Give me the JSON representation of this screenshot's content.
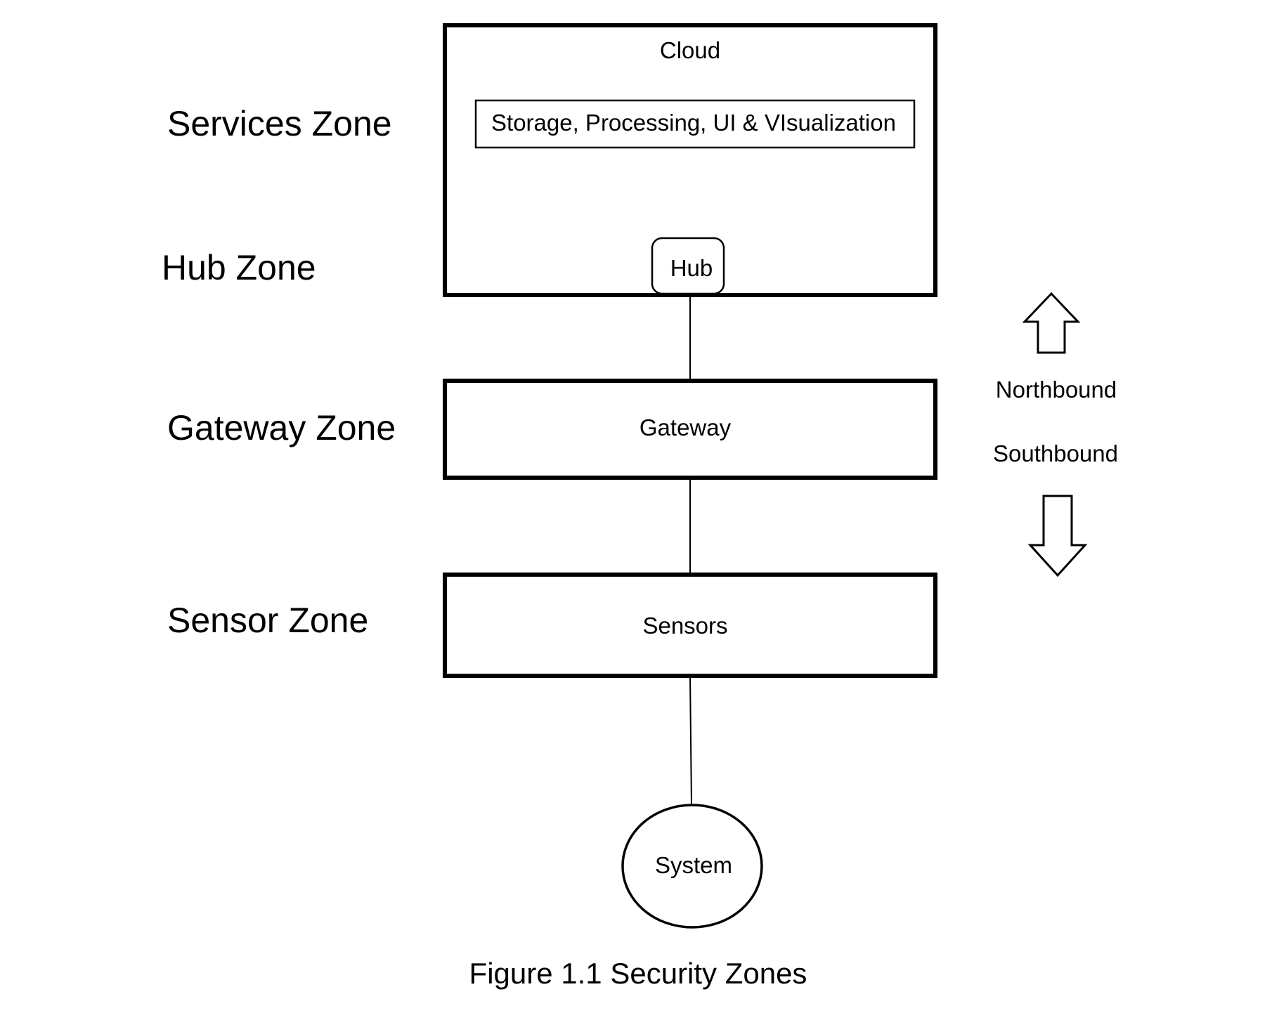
{
  "figure": {
    "caption": "Figure 1.1 Security Zones"
  },
  "zones": {
    "services": "Services Zone",
    "hub": "Hub Zone",
    "gateway": "Gateway Zone",
    "sensor": "Sensor Zone"
  },
  "nodes": {
    "cloud": "Cloud",
    "services_box": "Storage, Processing, UI & VIsualization",
    "hub": "Hub",
    "gateway": "Gateway",
    "sensors": "Sensors",
    "system": "System"
  },
  "directions": {
    "northbound": "Northbound",
    "southbound": "Southbound"
  },
  "colors": {
    "stroke": "#000000",
    "background": "#ffffff"
  }
}
